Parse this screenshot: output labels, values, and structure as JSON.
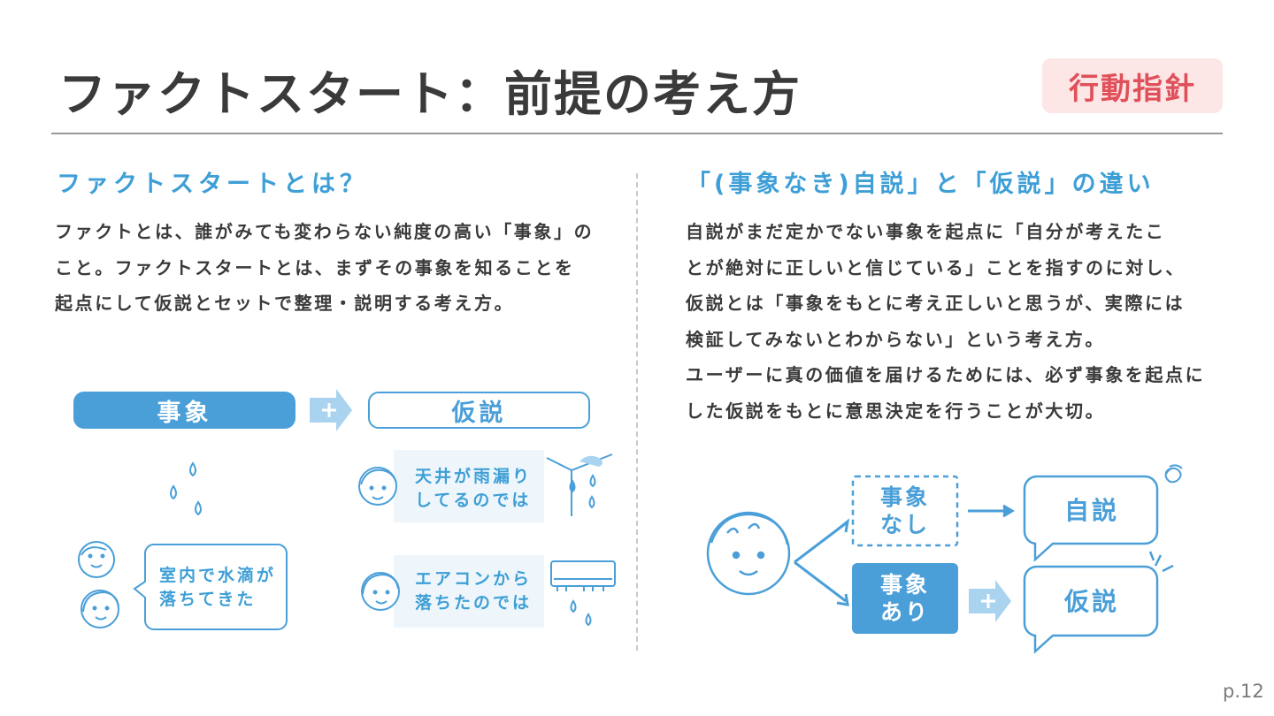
{
  "title": "ファクトスタート：前提の考え方",
  "badge": "行動指針",
  "left": {
    "heading": "ファクトスタートとは？",
    "lines": [
      "ファクトとは、誰がみても変わらない純度の高い「事象」の",
      "こと。ファクトスタートとは、まずその事象を知ることを",
      "起点にして仮説とセットで整理・説明する考え方。"
    ],
    "diagram": {
      "event_label": "事象",
      "hypothesis_label": "仮説",
      "observation": [
        "室内で水滴が",
        "落ちてきた"
      ],
      "hypothesis_1": [
        "天井が雨漏り",
        "してるのでは"
      ],
      "hypothesis_2": [
        "エアコンから",
        "落ちたのでは"
      ]
    }
  },
  "right": {
    "heading": "「(事象なき)自説」と「仮説」の違い",
    "lines": [
      "自説がまだ定かでない事象を起点に「自分が考えたこ",
      "とが絶対に正しいと信じている」ことを指すのに対し、",
      "仮説とは「事象をもとに考え正しいと思うが、実際には",
      "検証してみないとわからない」という考え方。",
      "ユーザーに真の価値を届けるためには、必ず事象を起点に",
      "した仮説をもとに意思決定を行うことが大切。"
    ],
    "diagram": {
      "no_event": [
        "事象",
        "なし"
      ],
      "with_event": [
        "事象",
        "あり"
      ],
      "own_theory": "自説",
      "hypothesis": "仮説"
    }
  },
  "page_number": "p.12",
  "colors": {
    "accent": "#4a9fd8",
    "light_accent": "#a9d3ef",
    "badge_bg": "#fde6e6",
    "badge_text": "#e0505a"
  }
}
